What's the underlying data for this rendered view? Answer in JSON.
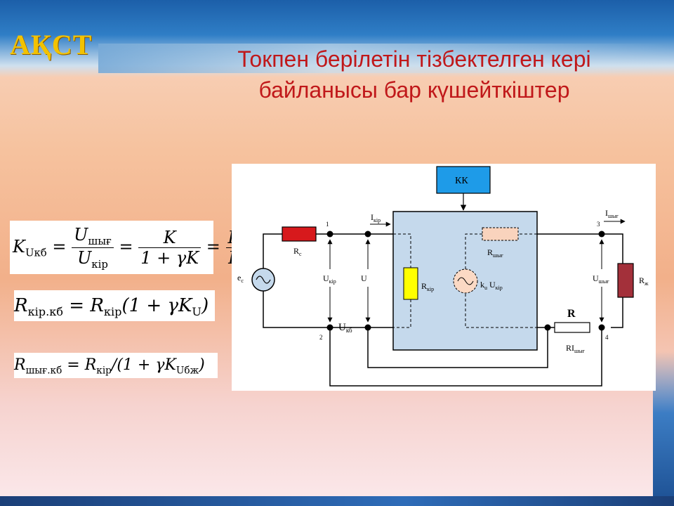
{
  "slide": {
    "logo": "АҚСТ",
    "title_line1": "Токпен берілетін тізбектелген кері",
    "title_line2": "байланысы бар күшейткіштер"
  },
  "formulas": {
    "f1": {
      "lhs": "K",
      "lhs_sub": "Uкб",
      "num1": "U",
      "num1_sub": "шығ",
      "den1": "U",
      "den1_sub": "кір",
      "num2": "K",
      "den2": "1 + γK",
      "num3": "K",
      "den3": "F"
    },
    "f2": {
      "lhs": "R",
      "lhs_sub": "кір.кб",
      "rhs_r": "R",
      "rhs_sub": "кір",
      "rhs_tail": "(1 + γK",
      "tail_sub": "U",
      "close": ")"
    },
    "f3": {
      "lhs": "R",
      "lhs_sub": "шығ.кб",
      "rhs_r": "R",
      "rhs_sub": "кір",
      "rhs_tail": "/(1 + γK",
      "tail_sub": "Uбж",
      "close": ")"
    }
  },
  "diagram": {
    "kk": "КК",
    "rc": "R",
    "rc_sub": "c",
    "ec": "e",
    "ec_sub": "c",
    "iin": "I",
    "iin_sub": "кір",
    "uin": "U",
    "uin_sub": "кір",
    "u": "U",
    "ufb": "U",
    "ufb_sub": "кб",
    "rin": "R",
    "rin_sub": "кір",
    "src": "k",
    "src_sub": "u",
    "src_u": "U",
    "src_u_sub": "кір",
    "rout": "R",
    "rout_sub": "шығ",
    "iout": "I",
    "iout_sub": "шығ",
    "uout": "U",
    "uout_sub": "шығ",
    "rload": "R",
    "rload_sub": "ж",
    "r": "R",
    "ri": "RI",
    "ri_sub": "шығ",
    "n1": "1",
    "n2": "2",
    "n3": "3",
    "n4": "4"
  },
  "colors": {
    "title": "#c0181a",
    "logo": "#f2c200",
    "block_fill": "#c5d9ec",
    "kk_fill": "#1e9be8",
    "rc_fill": "#d7191c",
    "rin_fill": "#ffff00",
    "rout_fill": "#f9d3bd",
    "rload_fill": "#a3303a"
  }
}
